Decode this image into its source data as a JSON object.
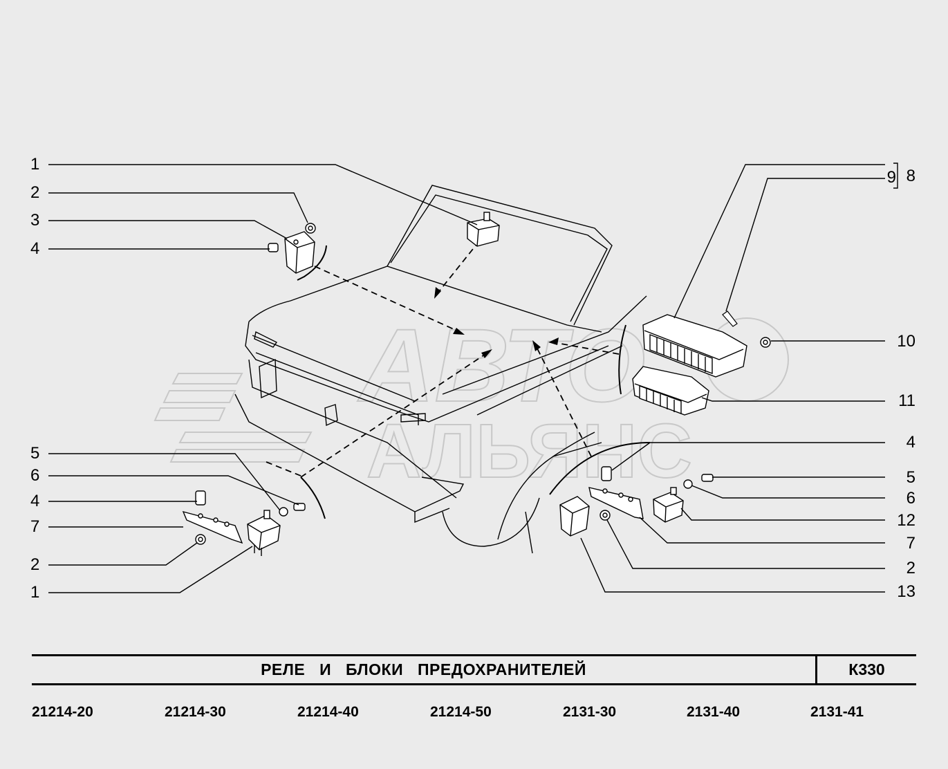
{
  "callouts_left": [
    {
      "id": "l1",
      "label": "1"
    },
    {
      "id": "l2",
      "label": "2"
    },
    {
      "id": "l3",
      "label": "3"
    },
    {
      "id": "l4",
      "label": "4"
    },
    {
      "id": "l5",
      "label": "5"
    },
    {
      "id": "l6",
      "label": "6"
    },
    {
      "id": "l7",
      "label": "4"
    },
    {
      "id": "l8",
      "label": "7"
    },
    {
      "id": "l9",
      "label": "2"
    },
    {
      "id": "l10",
      "label": "1"
    }
  ],
  "callouts_right": [
    {
      "id": "r1",
      "label": "9"
    },
    {
      "id": "r2",
      "label": "8"
    },
    {
      "id": "r3",
      "label": "10"
    },
    {
      "id": "r4",
      "label": "11"
    },
    {
      "id": "r5",
      "label": "4"
    },
    {
      "id": "r6",
      "label": "5"
    },
    {
      "id": "r7",
      "label": "6"
    },
    {
      "id": "r8",
      "label": "12"
    },
    {
      "id": "r9",
      "label": "7"
    },
    {
      "id": "r10",
      "label": "2"
    },
    {
      "id": "r11",
      "label": "13"
    }
  ],
  "watermark": {
    "line1": "АВТО",
    "line2": "АЛЬЯНС"
  },
  "title": "РЕЛЕ И БЛОКИ ПРЕДОХРАНИТЕЛЕЙ",
  "code": "К330",
  "models": [
    "21214-20",
    "21214-30",
    "21214-40",
    "21214-50",
    "2131-30",
    "2131-40",
    "2131-41"
  ],
  "colors": {
    "background": "#ebebeb",
    "line": "#000000",
    "watermark": "#d8d8d8"
  }
}
